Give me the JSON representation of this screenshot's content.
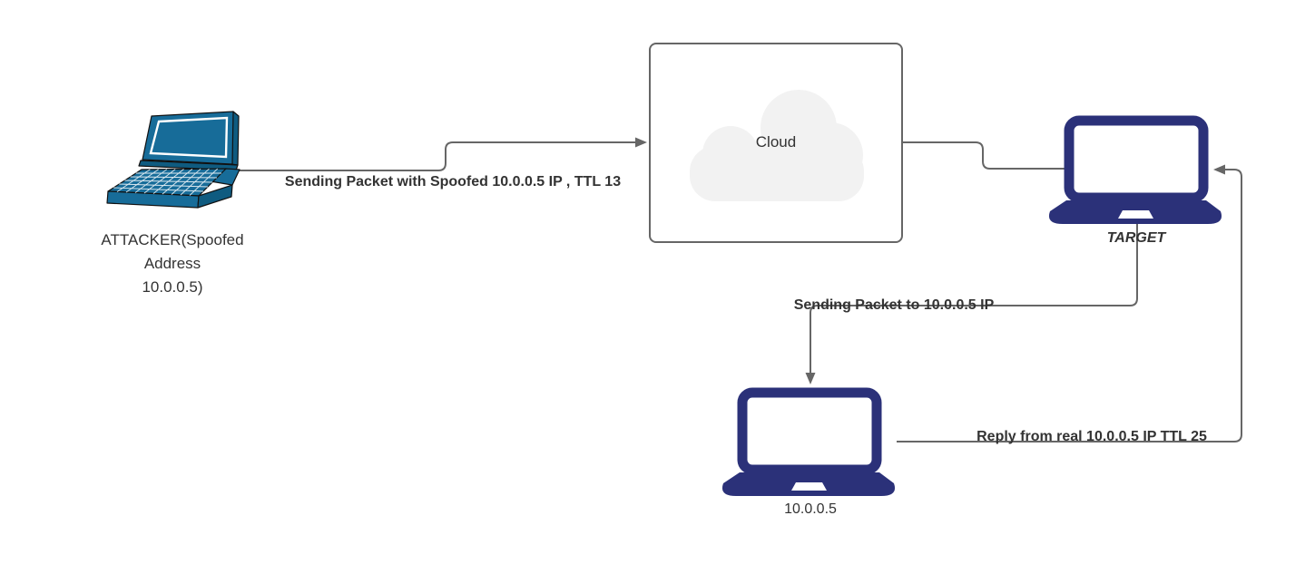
{
  "diagram": {
    "title": "IP spoofing / TTL network diagram",
    "colors": {
      "attacker_laptop": "#176c99",
      "navy_laptop": "#2b3179",
      "cloud_fill": "#f2f2f2",
      "box_border": "#666666",
      "edge_line": "#666666",
      "text": "#333333"
    },
    "nodes": {
      "attacker": {
        "icon": "laptop-3d-icon",
        "label": "ATTACKER(Spoofed\nAddress\n10.0.0.5)"
      },
      "cloud": {
        "icon": "cloud-icon",
        "label": "Cloud"
      },
      "target": {
        "icon": "laptop-icon",
        "label": "TARGET"
      },
      "real_host": {
        "icon": "laptop-icon",
        "label": "10.0.0.5"
      }
    },
    "edges": [
      {
        "from": "attacker",
        "to": "cloud",
        "arrow": "right",
        "label": "Sending Packet with Spoofed 10.0.0.5 IP , TTL 13"
      },
      {
        "from": "cloud",
        "to": "target",
        "arrow": "none",
        "label": ""
      },
      {
        "from": "target",
        "to": "real_host",
        "arrow": "down",
        "label": "Sending Packet to 10.0.0.5 IP"
      },
      {
        "from": "real_host",
        "to": "target",
        "arrow": "left",
        "label": "Reply from real 10.0.0.5 IP TTL 25"
      }
    ]
  }
}
